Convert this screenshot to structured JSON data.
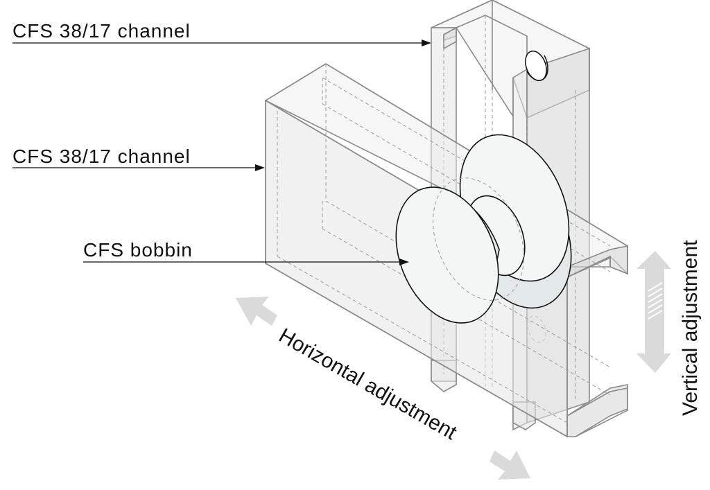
{
  "labels": {
    "vertical_channel": "CFS 38/17 channel",
    "horizontal_channel": "CFS 38/17 channel",
    "bobbin": "CFS bobbin",
    "horizontal_adjustment": "Horizontal adjustment",
    "vertical_adjustment": "Vertical adjustment"
  },
  "colors": {
    "channel_fill": "#e6e6e6",
    "arrow_fill": "#dadada",
    "outline": "#8a8a8a",
    "ink": "#111111"
  }
}
